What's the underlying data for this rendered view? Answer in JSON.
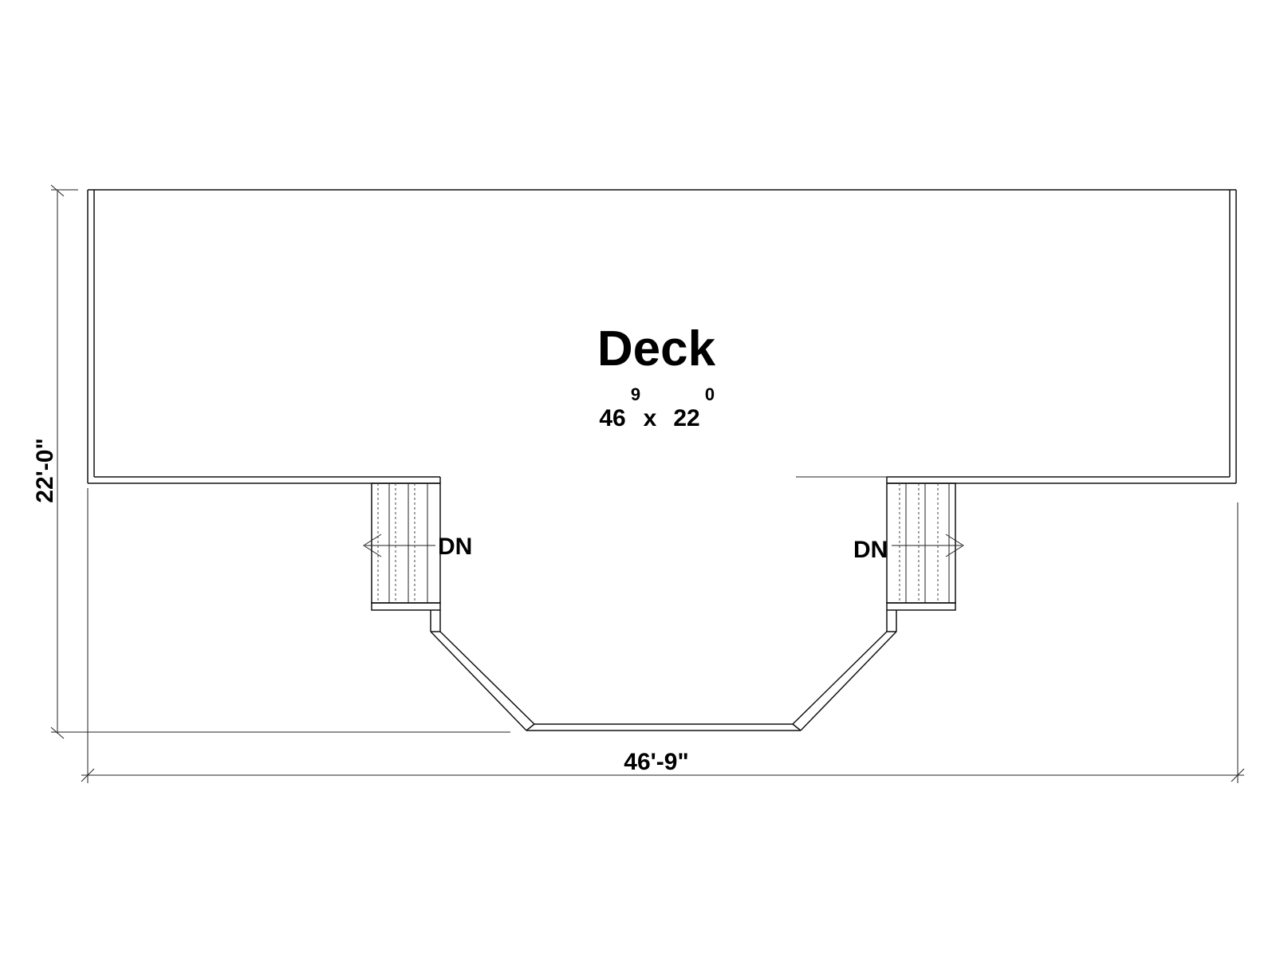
{
  "room": {
    "name": "Deck",
    "width_main": "46",
    "width_sup": "9",
    "times": "x",
    "depth_main": "22",
    "depth_sup": "0"
  },
  "stairs": {
    "left_label": "DN",
    "right_label": "DN"
  },
  "dimensions": {
    "overall_width": "46'-9\"",
    "overall_depth": "22'-0\""
  },
  "colors": {
    "line": "#111111",
    "background": "#ffffff"
  }
}
